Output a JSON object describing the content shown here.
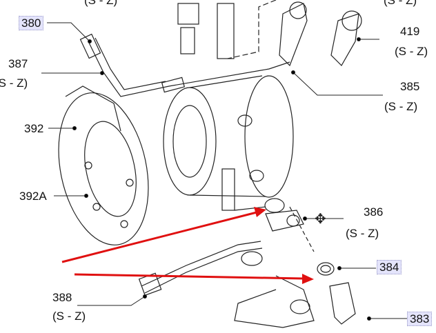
{
  "callouts": [
    {
      "id": "380",
      "label": "380",
      "highlighted": true
    },
    {
      "id": "387",
      "label": "387",
      "sub": "(S - Z)"
    },
    {
      "id": "392",
      "label": "392"
    },
    {
      "id": "392A",
      "label": "392A"
    },
    {
      "id": "388",
      "label": "388",
      "sub": "(S - Z)"
    },
    {
      "id": "419",
      "label": "419",
      "sub": "(S - Z)"
    },
    {
      "id": "385",
      "label": "385",
      "sub": "(S - Z)"
    },
    {
      "id": "386",
      "label": "386",
      "sub": "(S - Z)"
    },
    {
      "id": "384",
      "label": "384",
      "highlighted": true
    },
    {
      "id": "383",
      "label": "383",
      "highlighted": true
    }
  ],
  "top_partial": {
    "left": "(S - Z)",
    "right": "(S - Z)"
  },
  "colors": {
    "arrow": "#e01010",
    "highlight": "#e4e4fb",
    "line": "#222222"
  },
  "cursor_icon": "move-cursor-icon"
}
